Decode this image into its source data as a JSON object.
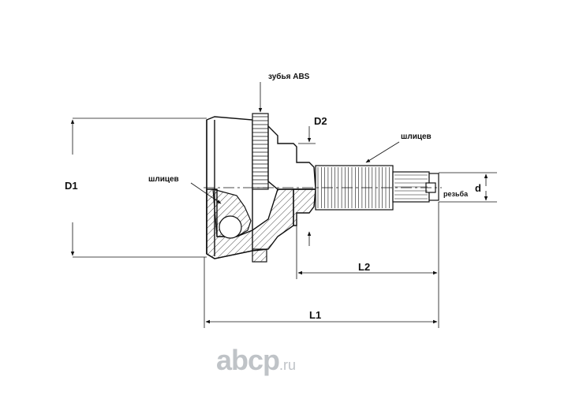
{
  "labels": {
    "abs_teeth": "зубья ABS",
    "d2": "D2",
    "d1": "D1",
    "splines_outer": "шлицев",
    "splines_inner": "шлицев",
    "d": "d",
    "thread": "резьба",
    "l2": "L2",
    "l1": "L1"
  },
  "watermark": {
    "brand": "abcp",
    "tld": ".ru",
    "color": "#bfc3c7"
  },
  "colors": {
    "line": "#111111",
    "background": "#ffffff"
  }
}
